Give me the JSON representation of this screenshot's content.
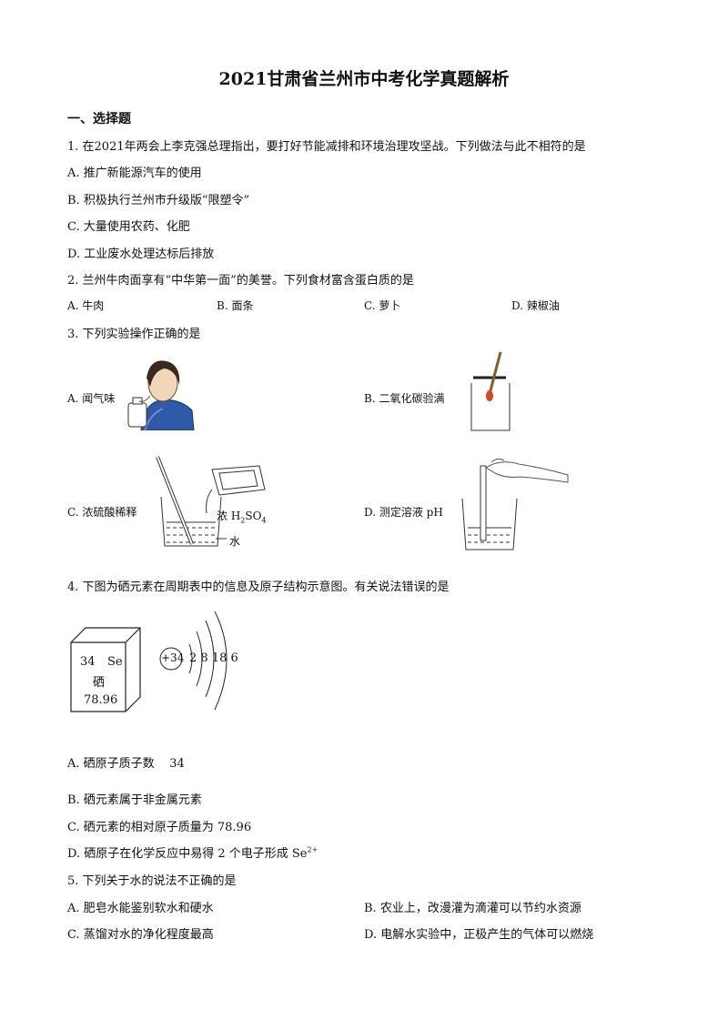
{
  "title": "2021甘肃省兰州市中考化学真题解析",
  "section": "一、选择题",
  "q1": {
    "stem": "1. 在2021年两会上李克强总理指出，要打好节能减排和环境治理攻坚战。下列做法与此不相符的是",
    "a": "A.  推广新能源汽车的使用",
    "b": "B.  积极执行兰州市升级版“限塑令”",
    "c": "C.  大量使用农药、化肥",
    "d": "D.  工业废水处理达标后排放"
  },
  "q2": {
    "stem": "2. 兰州牛肉面享有“中华第一面”的美誉。下列食材富含蛋白质的是",
    "a": "A.   牛肉",
    "b": "B.   面条",
    "c": "C.   萝卜",
    "d": "D.   辣椒油"
  },
  "q3": {
    "stem": "3. 下列实验操作正确的是",
    "a": "A.   闻气味",
    "b": "B.   二氧化碳验满",
    "c": "C.   浓硫酸稀释",
    "d": "D.   测定溶液 pH",
    "label_conc": "浓 H",
    "label_sub2": "2",
    "label_so": "SO",
    "label_sub4": "4",
    "label_water": "水"
  },
  "q4": {
    "stem": "4. 下图为硒元素在周期表中的信息及原子结构示意图。有关说法错误的是",
    "cell_number": "34",
    "cell_symbol": "Se",
    "cell_name": "硒",
    "cell_mass": "78.96",
    "nucleus": "+34",
    "shells": "2 8 18 6",
    "a_text": "A. 硒原子质子数",
    "a_value": "34",
    "b": "B. 硒元素属于非金属元素",
    "c": "C. 硒元素的相对原子质量为 78.96",
    "d_text": "D. 硒原子在化学反应中易得 2 个电子形成 Se",
    "d_sup": "2+"
  },
  "q5": {
    "stem": "5. 下列关于水的说法不正确的是",
    "a": "A. 肥皂水能鉴别软水和硬水",
    "b": "B. 农业上，改漫灌为滴灌可以节约水资源",
    "c": "C. 蒸馏对水的净化程度最高",
    "d": "D. 电解水实验中，正极产生的气体可以燃烧"
  }
}
